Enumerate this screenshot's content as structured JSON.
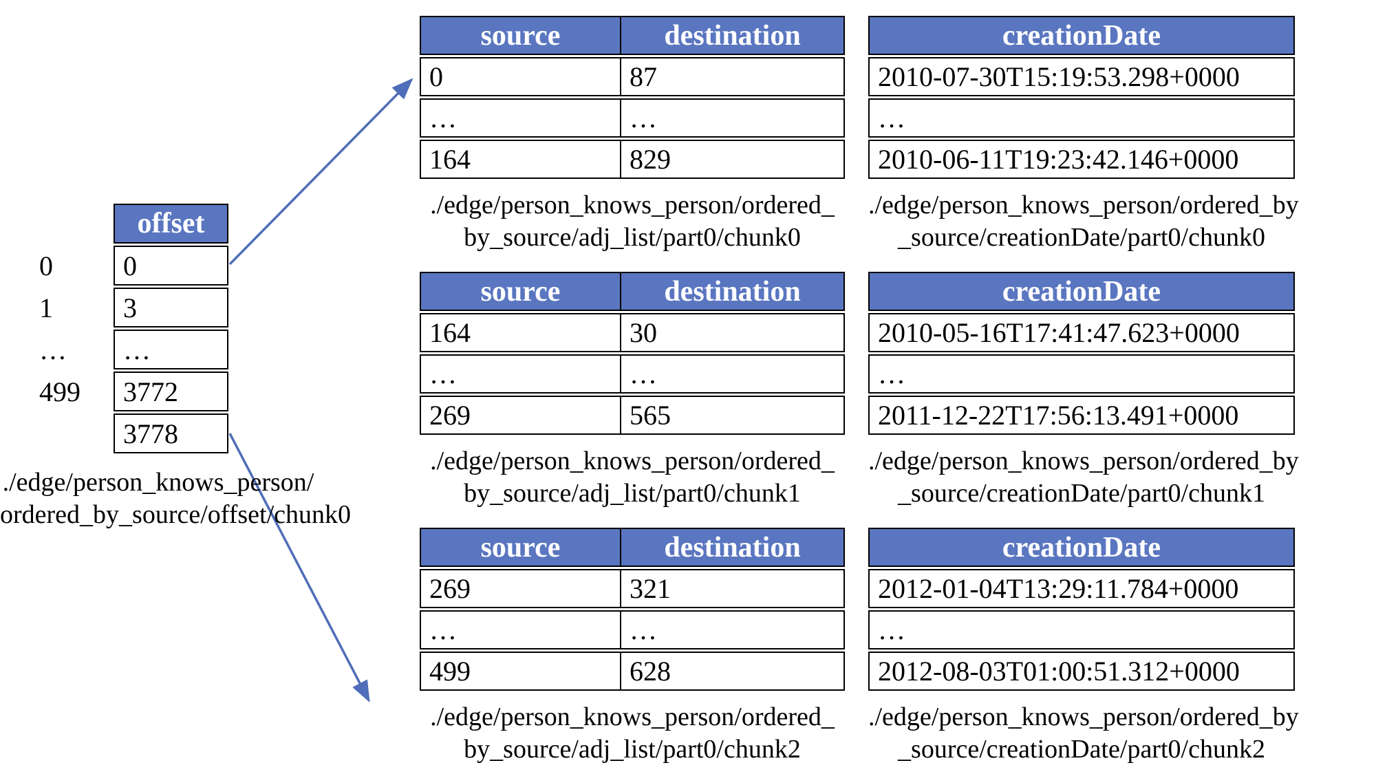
{
  "colors": {
    "header_bg": "#5A76C0",
    "arrow": "#4F6DB8",
    "border": "#000000"
  },
  "offset": {
    "row_labels": [
      "0",
      "1",
      "…",
      "499"
    ],
    "header": "offset",
    "rows": [
      "0",
      "3",
      "…",
      "3772",
      "3778"
    ],
    "caption_line1": "./edge/person_knows_person/",
    "caption_line2": "ordered_by_source/offset/chunk0"
  },
  "chunks": [
    {
      "adj": {
        "source_header": "source",
        "destination_header": "destination",
        "rows": [
          [
            "0",
            "87"
          ],
          [
            "…",
            "…"
          ],
          [
            "164",
            "829"
          ]
        ],
        "caption_line1": "./edge/person_knows_person/ordered_",
        "caption_line2": "by_source/adj_list/part0/chunk0"
      },
      "date": {
        "header": "creationDate",
        "rows": [
          "2010-07-30T15:19:53.298+0000",
          "…",
          "2010-06-11T19:23:42.146+0000"
        ],
        "caption_line1": "./edge/person_knows_person/ordered_by",
        "caption_line2": "_source/creationDate/part0/chunk0"
      }
    },
    {
      "adj": {
        "source_header": "source",
        "destination_header": "destination",
        "rows": [
          [
            "164",
            "30"
          ],
          [
            "…",
            "…"
          ],
          [
            "269",
            "565"
          ]
        ],
        "caption_line1": "./edge/person_knows_person/ordered_",
        "caption_line2": "by_source/adj_list/part0/chunk1"
      },
      "date": {
        "header": "creationDate",
        "rows": [
          "2010-05-16T17:41:47.623+0000",
          "…",
          "2011-12-22T17:56:13.491+0000"
        ],
        "caption_line1": "./edge/person_knows_person/ordered_by",
        "caption_line2": "_source/creationDate/part0/chunk1"
      }
    },
    {
      "adj": {
        "source_header": "source",
        "destination_header": "destination",
        "rows": [
          [
            "269",
            "321"
          ],
          [
            "…",
            "…"
          ],
          [
            "499",
            "628"
          ]
        ],
        "caption_line1": "./edge/person_knows_person/ordered_",
        "caption_line2": "by_source/adj_list/part0/chunk2"
      },
      "date": {
        "header": "creationDate",
        "rows": [
          "2012-01-04T13:29:11.784+0000",
          "…",
          "2012-08-03T01:00:51.312+0000"
        ],
        "caption_line1": "./edge/person_knows_person/ordered_by",
        "caption_line2": "_source/creationDate/part0/chunk2"
      }
    }
  ]
}
